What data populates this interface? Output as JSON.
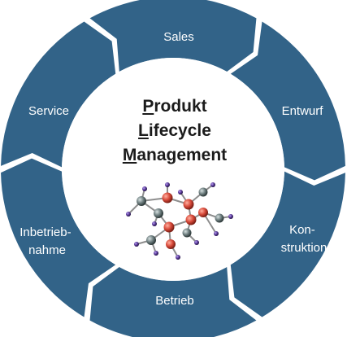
{
  "cycle": {
    "segments": [
      {
        "id": "sales",
        "label": "Sales"
      },
      {
        "id": "entwurf",
        "label": "Entwurf"
      },
      {
        "id": "konstruktion",
        "label_lines": [
          "Kon-",
          "struktion"
        ]
      },
      {
        "id": "betrieb",
        "label": "Betrieb"
      },
      {
        "id": "inbetriebnahme",
        "label_lines": [
          "Inbetrieb-",
          "nahme"
        ]
      },
      {
        "id": "service",
        "label": "Service"
      }
    ]
  },
  "center": {
    "title_lines": [
      {
        "initial": "P",
        "rest": "rodukt"
      },
      {
        "initial": "L",
        "rest": "ifecycle"
      },
      {
        "initial": "M",
        "rest": "anagement"
      }
    ]
  },
  "colors": {
    "ring": "#326388",
    "ring_label": "#ffffff",
    "center_fill": "#ffffff",
    "title": "#1b1b1b",
    "atom_red": "#d84a3a",
    "atom_gray": "#6f7f80",
    "atom_purple": "#5a3a9a"
  },
  "molecule_icon": "molecule-icon"
}
